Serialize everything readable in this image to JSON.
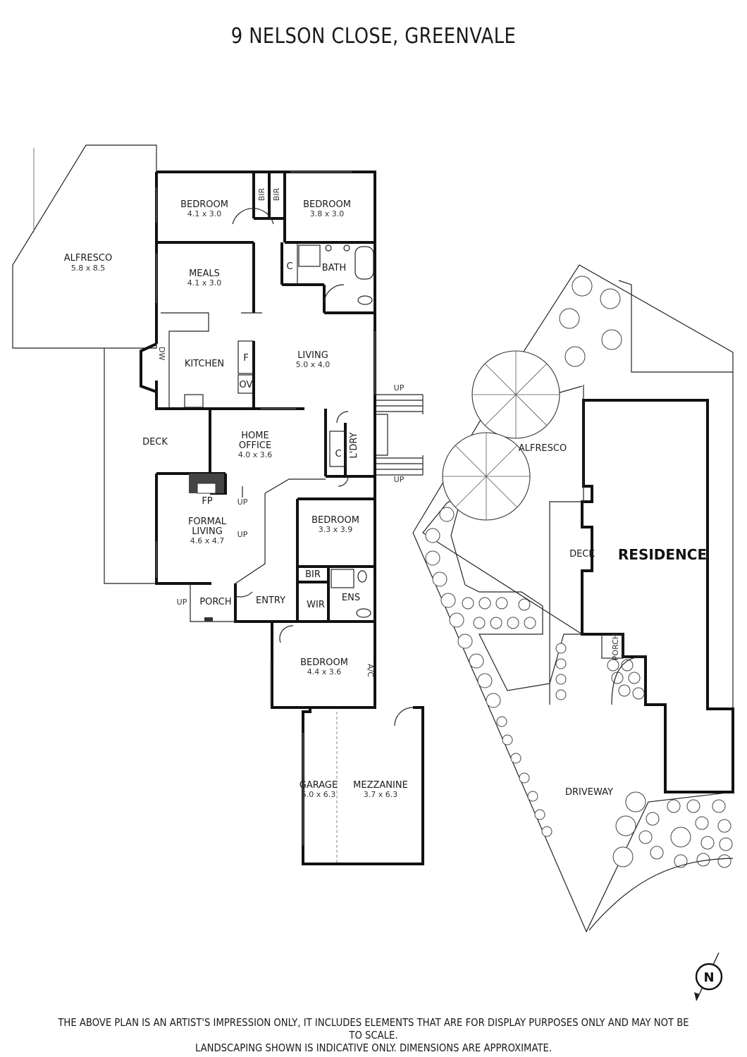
{
  "title": "9 NELSON CLOSE, GREENVALE",
  "rooms": {
    "alfresco": {
      "name": "ALFRESCO",
      "dims": "5.8 x 8.5"
    },
    "bedroom_nw": {
      "name": "BEDROOM",
      "dims": "4.1 x 3.0"
    },
    "bedroom_ne": {
      "name": "BEDROOM",
      "dims": "3.8 x 3.0"
    },
    "bir_left": "BIR",
    "bir_right": "BIR",
    "meals": {
      "name": "MEALS",
      "dims": "4.1 x 3.0"
    },
    "closet_c1": "C",
    "bath": "BATH",
    "kitchen": "KITCHEN",
    "dw": "DW",
    "fridge": "F",
    "oven": "OV",
    "living": {
      "name": "LIVING",
      "dims": "5.0 x 4.0"
    },
    "deck": "DECK",
    "home_office": {
      "name_line1": "HOME",
      "name_line2": "OFFICE",
      "dims": "4.0 x 3.6"
    },
    "closet_c2": "C",
    "laundry": "L'DRY",
    "fp": "FP",
    "formal_living": {
      "name_line1": "FORMAL",
      "name_line2": "LIVING",
      "dims": "4.6 x 4.7"
    },
    "bedroom_mid": {
      "name": "BEDROOM",
      "dims": "3.3 x 3.9"
    },
    "bir_ens": "BIR",
    "wir": "WIR",
    "ens": "ENS",
    "porch": "PORCH",
    "entry": "ENTRY",
    "bedroom_south": {
      "name": "BEDROOM",
      "dims": "4.4 x 3.6"
    },
    "ac": "A/C",
    "garage": {
      "name": "GARAGE",
      "dims": "5.0 x 6.3"
    },
    "mezzanine": {
      "name": "MEZZANINE",
      "dims": "3.7 x 6.3"
    }
  },
  "markers": {
    "up_stairs_top": "UP",
    "up_stairs_bottom": "UP",
    "up_fp": "UP",
    "up_formal": "UP",
    "up_porch": "UP"
  },
  "site": {
    "alfresco": "ALFRESCO",
    "deck": "DECK",
    "residence": "RESIDENCE",
    "porch": "PORCH",
    "driveway": "DRIVEWAY"
  },
  "compass": {
    "letter": "N"
  },
  "disclaimer": {
    "line1": "THE ABOVE PLAN IS AN ARTIST'S IMPRESSION ONLY, IT INCLUDES ELEMENTS THAT ARE FOR DISPLAY PURPOSES ONLY AND MAY NOT BE TO SCALE.",
    "line2": "LANDSCAPING SHOWN IS INDICATIVE ONLY. DIMENSIONS ARE APPROXIMATE."
  }
}
